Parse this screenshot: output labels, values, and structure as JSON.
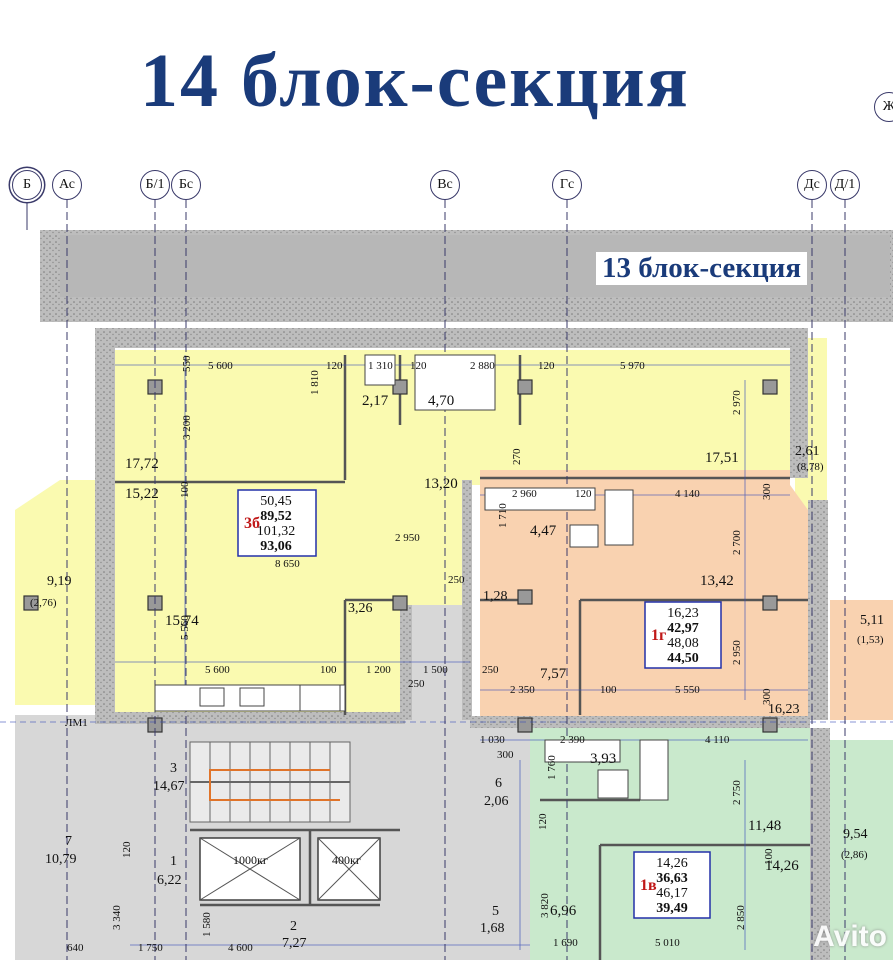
{
  "title": "14  блок-секция",
  "adjacent_section": "13  блок-секция",
  "axes": [
    "Б",
    "Ас",
    "Б/1",
    "Бс",
    "Вс",
    "Гс",
    "Дс",
    "Д/1",
    "Ж"
  ],
  "apartments": {
    "3b": {
      "code": "3б",
      "lines": [
        "50,45",
        "89,52",
        "101,32",
        "93,06"
      ]
    },
    "1g": {
      "code": "1г",
      "lines": [
        "16,23",
        "42,97",
        "48,08",
        "44,50"
      ]
    },
    "1v": {
      "code": "1в",
      "lines": [
        "14,26",
        "36,63",
        "46,17",
        "39,49"
      ]
    }
  },
  "room_areas": [
    "17,72",
    "15,22",
    "2,17",
    "4,70",
    "13,20",
    "17,51",
    "2,61",
    "(8,78)",
    "9,19",
    "(2,76)",
    "15,74",
    "3,26",
    "4,47",
    "1,28",
    "13,42",
    "7,57",
    "5,11",
    "(1,53)",
    "16,23",
    "3,93",
    "6",
    "2,06",
    "11,48",
    "9,54",
    "(2,86)",
    "3",
    "14,67",
    "7",
    "10,79",
    "1",
    "6,22",
    "2",
    "7,27",
    "5",
    "1,68",
    "6,96",
    "14,26",
    "ЛМ1"
  ],
  "lifts": [
    "1000кг",
    "400кг"
  ],
  "dimensions": [
    "5 600",
    "120",
    "1 310",
    "120",
    "2 880",
    "120",
    "5 970",
    "1 810",
    "3 200",
    "550",
    "2 970",
    "2 960",
    "120",
    "4 140",
    "300",
    "100",
    "1 710",
    "270",
    "2 950",
    "2 700",
    "8 650",
    "250",
    "5 560",
    "5 600",
    "100",
    "1 200",
    "1 500",
    "250",
    "250",
    "2 350",
    "100",
    "5 550",
    "300",
    "2 950",
    "1 030",
    "2 390",
    "300",
    "4 110",
    "1 760",
    "2 750",
    "120",
    "3 820",
    "100",
    "2 850",
    "640",
    "1 750",
    "4 600",
    "1 580",
    "3 340",
    "1 690",
    "5 010",
    "120"
  ],
  "watermark": "Avito"
}
